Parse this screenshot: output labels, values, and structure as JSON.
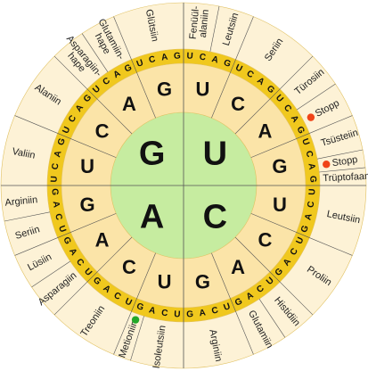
{
  "first_bases": [
    "U",
    "C",
    "A",
    "G"
  ],
  "second_bases": [
    "U",
    "C",
    "A",
    "G"
  ],
  "third_bases": [
    "U",
    "C",
    "A",
    "G"
  ],
  "amino_acids": [
    {
      "label": "Fenüül-\nalaniin",
      "span": [
        0,
        2
      ],
      "marker": "none"
    },
    {
      "label": "Leutsiin",
      "span": [
        2,
        4
      ],
      "marker": "none"
    },
    {
      "label": "Seriin",
      "span": [
        4,
        8
      ],
      "marker": "none"
    },
    {
      "label": "Türosiin",
      "span": [
        8,
        10
      ],
      "marker": "none"
    },
    {
      "label": "Stopp",
      "span": [
        10,
        12
      ],
      "marker": "stop"
    },
    {
      "label": "Tsüsteiin",
      "span": [
        12,
        14
      ],
      "marker": "none"
    },
    {
      "label": "Stopp",
      "span": [
        14,
        15
      ],
      "marker": "stop"
    },
    {
      "label": "Trüptofaan",
      "span": [
        15,
        16
      ],
      "marker": "none"
    },
    {
      "label": "Leutsiin",
      "span": [
        16,
        20
      ],
      "marker": "none"
    },
    {
      "label": "Proliin",
      "span": [
        20,
        24
      ],
      "marker": "none"
    },
    {
      "label": "Histidiin",
      "span": [
        24,
        26
      ],
      "marker": "none"
    },
    {
      "label": "Glutamiin",
      "span": [
        26,
        28
      ],
      "marker": "none"
    },
    {
      "label": "Arginiin",
      "span": [
        28,
        32
      ],
      "marker": "none"
    },
    {
      "label": "Isoleutsiin",
      "span": [
        32,
        35
      ],
      "marker": "none"
    },
    {
      "label": "Metioniin",
      "span": [
        35,
        36
      ],
      "marker": "start"
    },
    {
      "label": "Treoniin",
      "span": [
        36,
        40
      ],
      "marker": "none"
    },
    {
      "label": "Asparagiin",
      "span": [
        40,
        42
      ],
      "marker": "none"
    },
    {
      "label": "Lüsiin",
      "span": [
        42,
        44
      ],
      "marker": "none"
    },
    {
      "label": "Seriin",
      "span": [
        44,
        46
      ],
      "marker": "none"
    },
    {
      "label": "Arginiin",
      "span": [
        46,
        48
      ],
      "marker": "none"
    },
    {
      "label": "Valiin",
      "span": [
        48,
        52
      ],
      "marker": "none"
    },
    {
      "label": "Alaniin",
      "span": [
        52,
        56
      ],
      "marker": "none"
    },
    {
      "label": "Asparagiin-\nhape",
      "span": [
        56,
        58
      ],
      "marker": "none"
    },
    {
      "label": "Glutamiin-\nhape",
      "span": [
        58,
        60
      ],
      "marker": "none"
    },
    {
      "label": "Glütsiin",
      "span": [
        60,
        64
      ],
      "marker": "none"
    }
  ],
  "colors": {
    "center": "#c6eca0",
    "middle": "#fbe4a8",
    "ring": "#f0c81e",
    "outer": "#fdf2d6",
    "line": "#555555",
    "stop": "#f04418",
    "start": "#22a82a"
  }
}
